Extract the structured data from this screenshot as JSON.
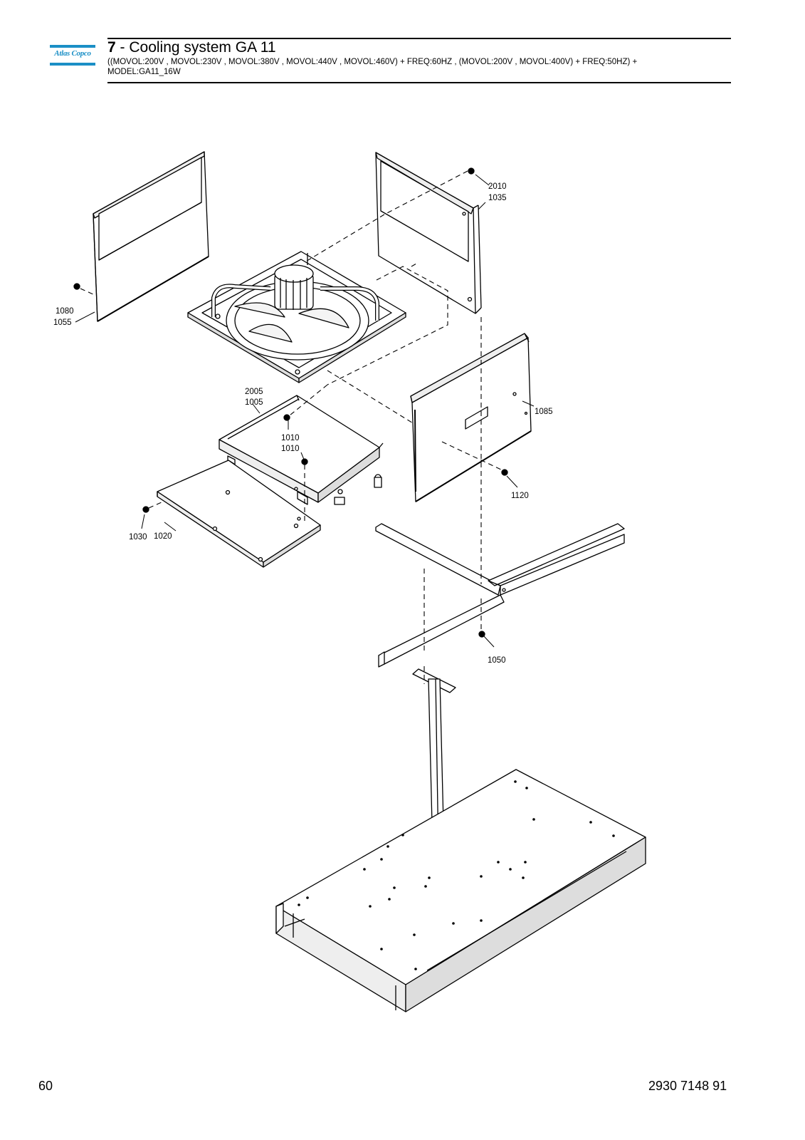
{
  "brand": {
    "logo_text": "Atlas Copco",
    "color": "#1b8fc6"
  },
  "header": {
    "section_number": "7",
    "section_title": " - Cooling system GA 11",
    "subtitle": "((MOVOL:200V , MOVOL:230V , MOVOL:380V , MOVOL:440V , MOVOL:460V) + FREQ:60HZ , (MOVOL:200V , MOVOL:400V) + FREQ:50HZ) + MODEL:GA11_16W"
  },
  "callouts": {
    "c2010": "2010",
    "c1035": "1035",
    "c1080": "1080",
    "c1055": "1055",
    "c2005": "2005",
    "c1005": "1005",
    "c1010a": "1010",
    "c1010b": "1010",
    "c1085": "1085",
    "c1120": "1120",
    "c1030": "1030",
    "c1020": "1020",
    "c1050": "1050"
  },
  "footer": {
    "page_number": "60",
    "doc_number": "2930 7148 91"
  }
}
